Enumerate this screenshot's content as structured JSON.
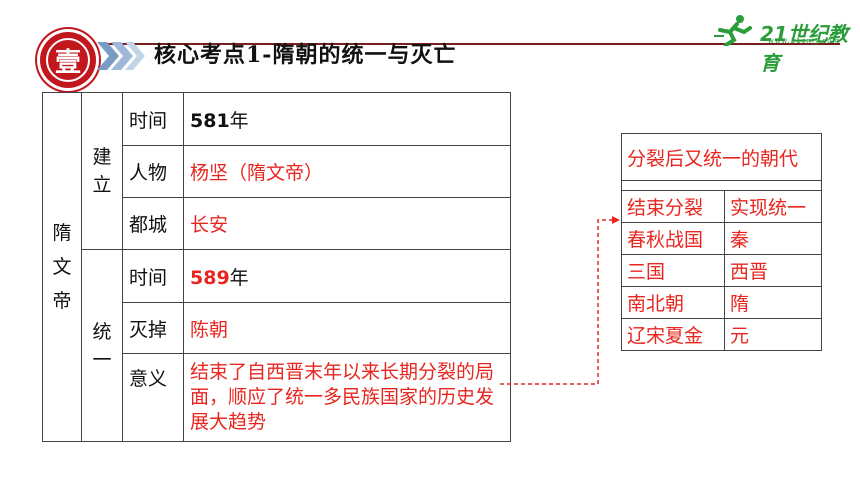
{
  "header": {
    "badge_char": "壹",
    "title": "核心考点1-隋朝的统一与灭亡",
    "logo_text": "21世纪教育",
    "logo_sub": "www.21cnjy.com"
  },
  "main_table": {
    "emperor": [
      "隋",
      "文",
      "帝"
    ],
    "groups": [
      {
        "label": [
          "建",
          "立"
        ],
        "rows": [
          {
            "key": "时间",
            "value_num": "581",
            "value_rest": "年"
          },
          {
            "key": "人物",
            "value": "杨坚（隋文帝）"
          },
          {
            "key": "都城",
            "value": "长安"
          }
        ]
      },
      {
        "label": [
          "统",
          "一"
        ],
        "rows": [
          {
            "key": "时间",
            "value_num": "589",
            "value_rest": "年"
          },
          {
            "key": "灭掉",
            "value": "陈朝"
          },
          {
            "key": "意义",
            "value": "结束了自西晋末年以来长期分裂的局面，顺应了统一多民族国家的历史发展大趋势"
          }
        ]
      }
    ]
  },
  "side_table": {
    "title": "分裂后又统一的朝代",
    "headers": [
      "结束分裂",
      "实现统一"
    ],
    "rows": [
      [
        "春秋战国",
        "秦"
      ],
      [
        "三国",
        "西晋"
      ],
      [
        "南北朝",
        "隋"
      ],
      [
        "辽宋夏金",
        "元"
      ]
    ]
  },
  "colors": {
    "accent_red": "#e8261f",
    "badge_red": "#c2171d",
    "chevron_blue": "#7a9cc4",
    "logo_green": "#2a9d3a",
    "rule_dark": "#7a1f1f"
  }
}
